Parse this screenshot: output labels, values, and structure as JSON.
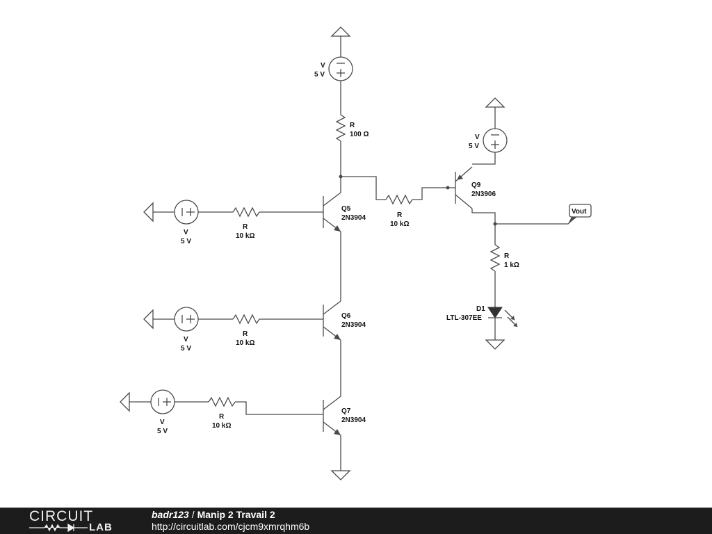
{
  "circuit": {
    "supply_top": {
      "name": "V",
      "value": "5 V"
    },
    "supply_right": {
      "name": "V",
      "value": "5 V"
    },
    "supply_q5": {
      "name": "V",
      "value": "5 V"
    },
    "supply_q6": {
      "name": "V",
      "value": "5 V"
    },
    "supply_q7": {
      "name": "V",
      "value": "5 V"
    },
    "r_collector": {
      "name": "R",
      "value": "100 Ω"
    },
    "r_q5": {
      "name": "R",
      "value": "10 kΩ"
    },
    "r_q6": {
      "name": "R",
      "value": "10 kΩ"
    },
    "r_q7": {
      "name": "R",
      "value": "10 kΩ"
    },
    "r_q9": {
      "name": "R",
      "value": "10 kΩ"
    },
    "r_led": {
      "name": "R",
      "value": "1 kΩ"
    },
    "q5": {
      "name": "Q5",
      "part": "2N3904"
    },
    "q6": {
      "name": "Q6",
      "part": "2N3904"
    },
    "q7": {
      "name": "Q7",
      "part": "2N3904"
    },
    "q9": {
      "name": "Q9",
      "part": "2N3906"
    },
    "d1": {
      "name": "D1",
      "part": "LTL-307EE"
    },
    "vout_label": "Vout"
  },
  "footer": {
    "logo_top": "CIRCUIT",
    "logo_bottom": "LAB",
    "author": "badr123",
    "separator": "/",
    "title": "Manip 2 Travail 2",
    "url": "http://circuitlab.com/cjcm9xmrqhm6b"
  }
}
